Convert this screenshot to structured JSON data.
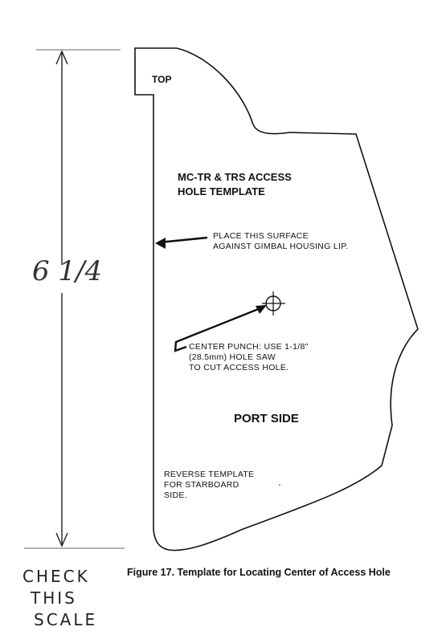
{
  "template": {
    "top_label": "TOP",
    "title_line1": "MC-TR & TRS ACCESS",
    "title_line2": "HOLE TEMPLATE",
    "surface_note_line1": "PLACE THIS SURFACE",
    "surface_note_line2": "AGAINST GIMBAL HOUSING LIP.",
    "punch_note_line1": "CENTER PUNCH: USE 1-1/8\"",
    "punch_note_line2": "(28.5mm) HOLE SAW",
    "punch_note_line3": "TO CUT ACCESS HOLE.",
    "side_label": "PORT SIDE",
    "reverse_note_line1": "REVERSE TEMPLATE",
    "reverse_note_line2": "FOR STARBOARD",
    "reverse_note_line3": "SIDE."
  },
  "dimension": {
    "value": "6 1/4"
  },
  "handwritten_note": {
    "line1": "CHECK",
    "line2": "THIS",
    "line3": "SCALE"
  },
  "caption": "Figure 17. Template for Locating Center of Access Hole"
}
